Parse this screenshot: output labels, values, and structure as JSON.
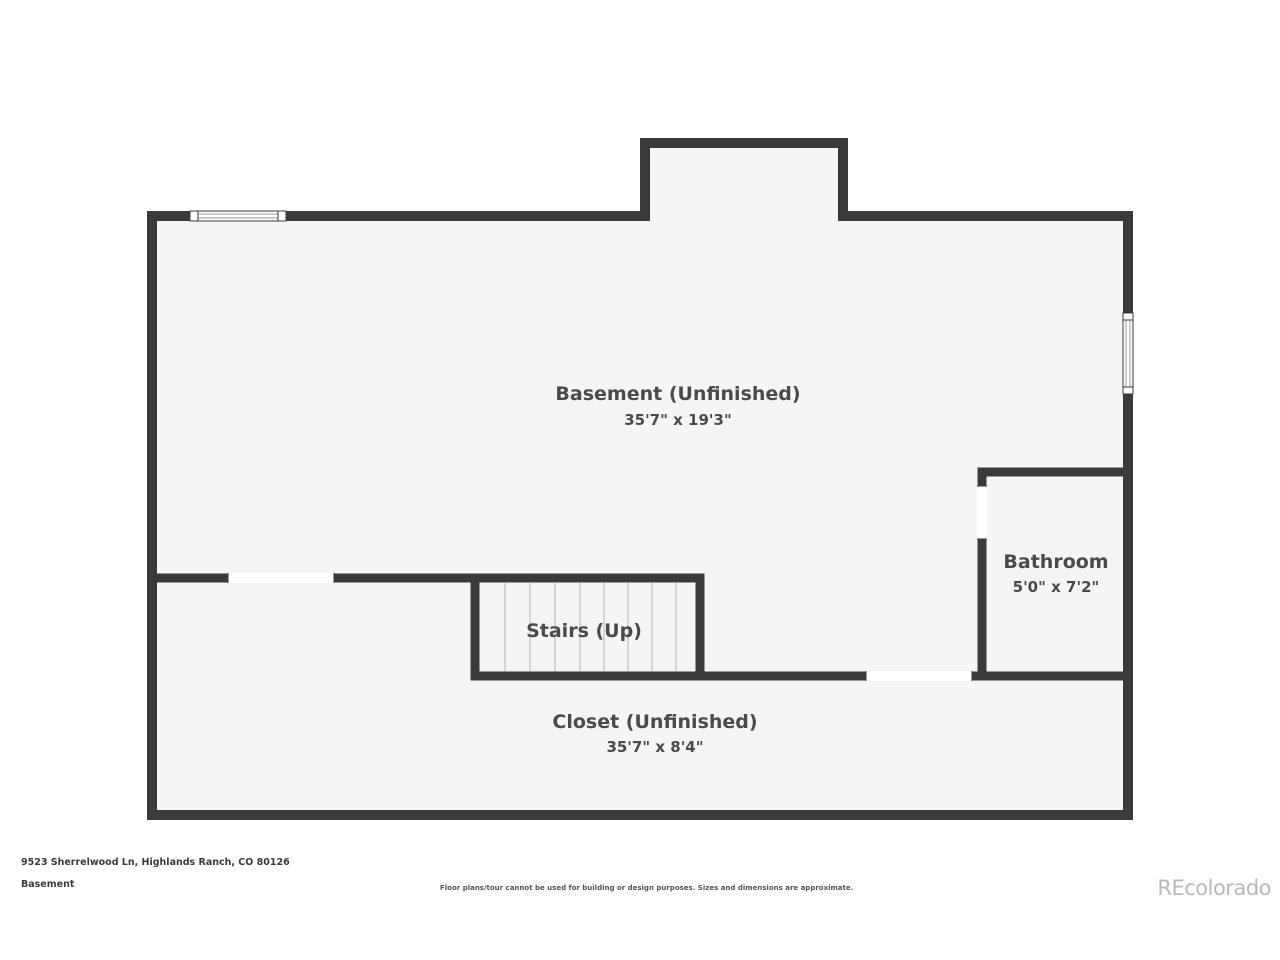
{
  "floor_plan": {
    "rooms": [
      {
        "id": "basement",
        "name": "Basement (Unfinished)",
        "dimensions": "35'7\" x 19'3\""
      },
      {
        "id": "bathroom",
        "name": "Bathroom",
        "dimensions": "5'0\" x 7'2\""
      },
      {
        "id": "stairs",
        "name": "Stairs (Up)"
      },
      {
        "id": "closet",
        "name": "Closet (Unfinished)",
        "dimensions": "35'7\" x 8'4\""
      }
    ],
    "colors": {
      "wall": "#3a3a3a",
      "floor": "#f5f5f5",
      "opening": "#ffffff",
      "window_line": "#9a9a9a",
      "stair_line": "#b5b5b5",
      "text": "#4a4a4a"
    }
  },
  "footer": {
    "address": "9523 Sherrelwood Ln, Highlands Ranch, CO 80126",
    "floor_name": "Basement",
    "disclaimer": "Floor plans/tour cannot be used for building or design purposes. Sizes and dimensions are approximate.",
    "brand": "REcolorado"
  }
}
